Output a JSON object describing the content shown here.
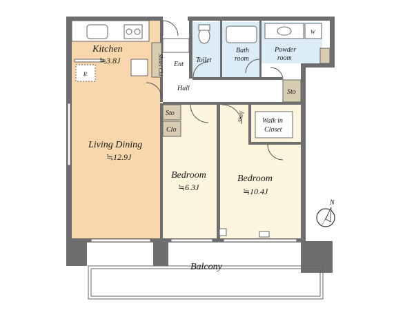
{
  "rooms": {
    "kitchen": {
      "name": "Kitchen",
      "area": "≒3.8J"
    },
    "living": {
      "name": "Living Dining",
      "area": "≒12.9J"
    },
    "bedroom1": {
      "name": "Bedroom",
      "area": "≒6.3J"
    },
    "bedroom2": {
      "name": "Bedroom",
      "area": "≒10.4J"
    },
    "balcony": {
      "name": "Balcony"
    },
    "toilet": {
      "name": "Toilet"
    },
    "bath": {
      "line1": "Bath",
      "line2": "room"
    },
    "powder": {
      "line1": "Powder",
      "line2": "room"
    },
    "wic": {
      "line1": "Walk in",
      "line2": "Closet"
    }
  },
  "labels": {
    "ent": "Ent",
    "hall": "Hall",
    "shoes": "Shoes Clo",
    "sto_hall": "Sto",
    "sto_bed": "Sto",
    "clo": "Clo",
    "shelf": "Shelf",
    "fridge": "R",
    "washer": "W",
    "compass": "N"
  },
  "colors": {
    "living_floor": "#f9d7ad",
    "bedroom_floor": "#fdf5dd",
    "wet_floor": "#dcedf8",
    "storage": "#d8cdb0",
    "wall": "#6e6e6e"
  }
}
